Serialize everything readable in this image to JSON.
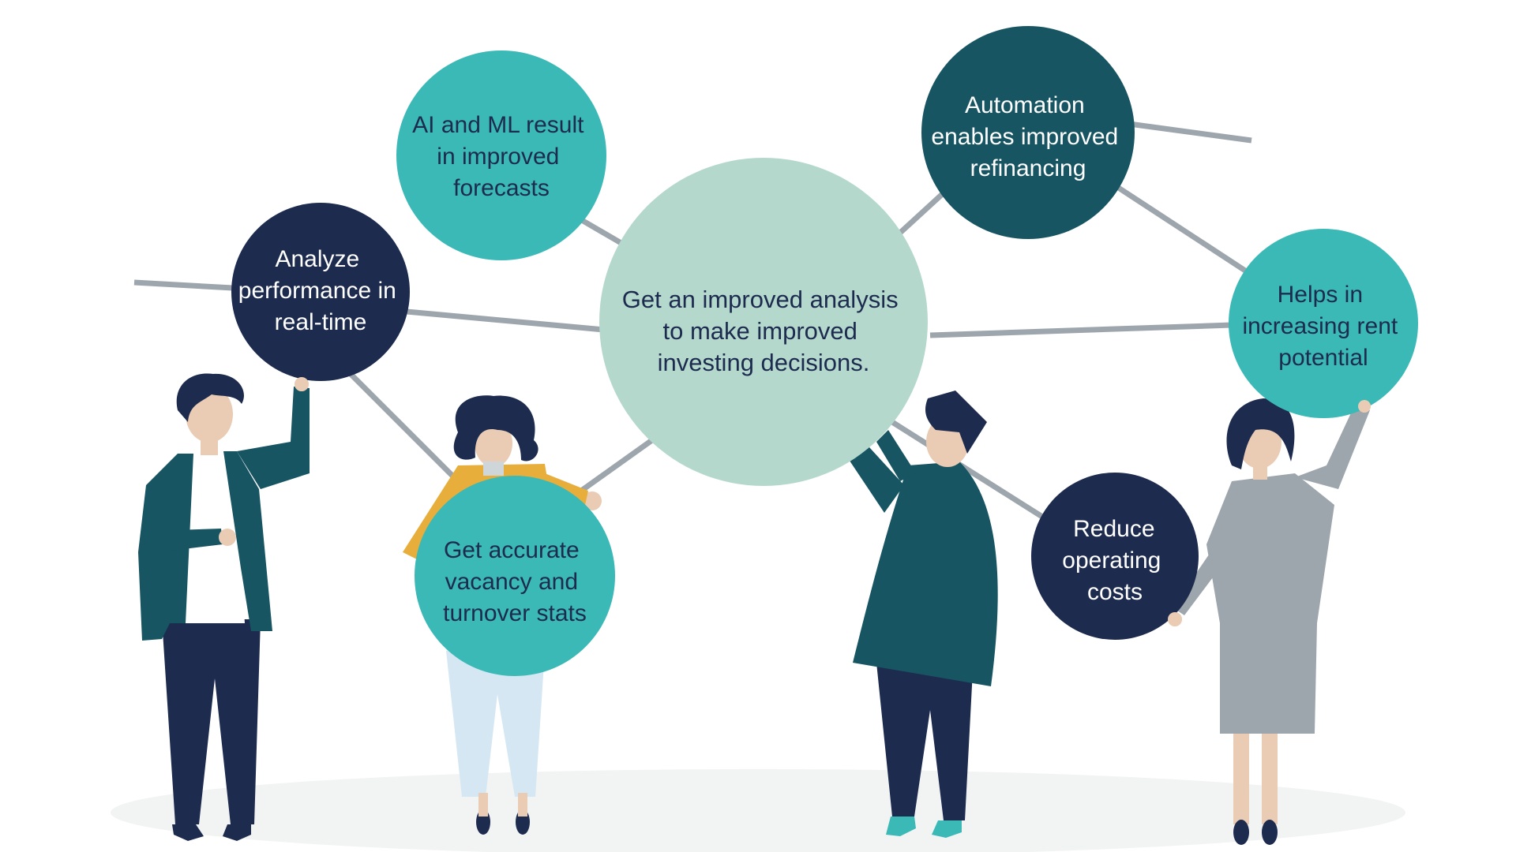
{
  "colors": {
    "teal": "#3ab9b7",
    "dark_teal": "#175563",
    "navy": "#1d2b4f",
    "mint": "#b5d8cd",
    "line": "#9ea6ad",
    "ground": "#f2f3f3"
  },
  "center": {
    "lines": [
      "Get an improved analysis",
      "to make improved",
      "investing decisions."
    ]
  },
  "bubbles": {
    "ai_ml": {
      "lines": [
        "AI and ML result",
        "in improved",
        "forecasts"
      ]
    },
    "analyze": {
      "lines": [
        "Analyze",
        "performance in",
        "real-time"
      ]
    },
    "vacancy": {
      "lines": [
        "Get accurate",
        "vacancy and",
        "turnover stats"
      ]
    },
    "automation": {
      "lines": [
        "Automation",
        "enables improved",
        "refinancing"
      ]
    },
    "rent": {
      "lines": [
        "Helps in",
        "increasing rent",
        "potential"
      ]
    },
    "reduce": {
      "lines": [
        "Reduce",
        "operating",
        "costs"
      ]
    }
  }
}
